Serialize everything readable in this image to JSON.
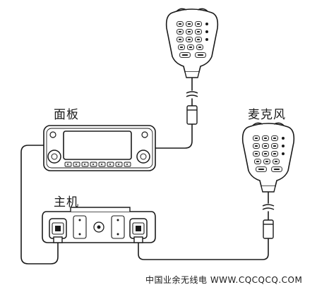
{
  "labels": {
    "panel": "面板",
    "microphone": "麦克风",
    "main_unit": "主机",
    "footer": "中国业余无线电 WWW.CQCQCQ.COM"
  },
  "colors": {
    "line": "#1a1a1a",
    "fill": "#ffffff",
    "key_fill": "#f2f2f2"
  }
}
